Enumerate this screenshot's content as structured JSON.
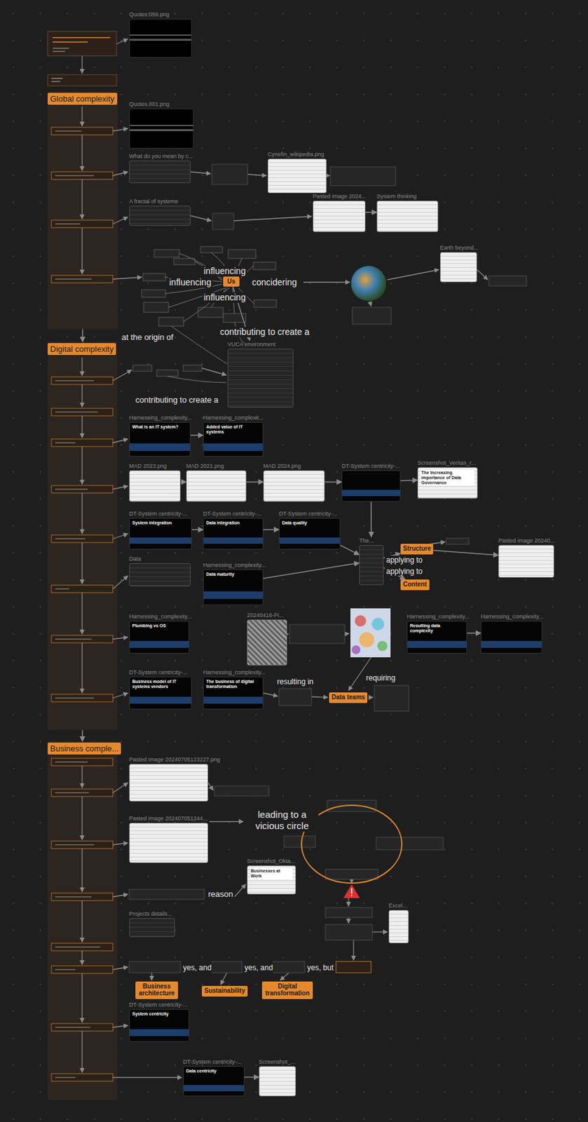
{
  "diagram": {
    "nodes": [
      {
        "text": [
          "Quotes.059.png"
        ]
      },
      {
        "text": [
          "Global complexity"
        ]
      },
      {
        "text": [
          "Quotes.001.png"
        ]
      },
      {
        "text": [
          "What do you mean by c..."
        ]
      },
      {
        "text": [
          "Cynefin_wikipedia.png"
        ]
      },
      {
        "text": [
          "A fractal of systems"
        ]
      },
      {
        "text": [
          "Pasted image 2024..."
        ]
      },
      {
        "text": [
          "System thinking"
        ]
      },
      {
        "text": [
          "Us"
        ]
      },
      {
        "text": [
          "Earth beyond..."
        ]
      },
      {
        "text": [
          "VUCA environment"
        ]
      },
      {
        "text": [
          "Digital complexity"
        ]
      },
      {
        "text": [
          "Harnessing_complexity...",
          "What is an IT system?"
        ]
      },
      {
        "text": [
          "Harnessing_complexit...",
          "Added value of IT systems"
        ]
      },
      {
        "text": [
          "MAD 2023.png"
        ]
      },
      {
        "text": [
          "MAD 2021.png"
        ]
      },
      {
        "text": [
          "MAD 2024.png"
        ]
      },
      {
        "text": [
          "DT-System centricity-..."
        ]
      },
      {
        "text": [
          "Screenshot_Veritas_r...",
          "The Increasing importance of Data Governance"
        ]
      },
      {
        "text": [
          "DT-System centricity-...",
          "System integration"
        ]
      },
      {
        "text": [
          "DT-System centricity-...",
          "Data integration"
        ]
      },
      {
        "text": [
          "DT-System centricity-...",
          "Data quality"
        ]
      },
      {
        "text": [
          "Data"
        ]
      },
      {
        "text": [
          "Harnessing_complexity...",
          "Data maturity"
        ]
      },
      {
        "text": [
          "The..."
        ]
      },
      {
        "text": [
          "Structure"
        ]
      },
      {
        "text": [
          "Content"
        ]
      },
      {
        "text": [
          "Pasted image 20240..."
        ]
      },
      {
        "text": [
          "Harnessing_complexity...",
          "Plumbing vs OS"
        ]
      },
      {
        "text": [
          "20240416-Pi..."
        ]
      },
      {
        "text": [
          "Harnessing_complexity...",
          "Resulting data complexity"
        ]
      },
      {
        "text": [
          "Harnessing_complexity..."
        ]
      },
      {
        "text": [
          "DT-System centricity-...",
          "Business model of IT systems vendors"
        ]
      },
      {
        "text": [
          "Harnessing_complexity...",
          "The business of digital transformation"
        ]
      },
      {
        "text": [
          "Data teams"
        ]
      },
      {
        "text": [
          "Business comple..."
        ]
      },
      {
        "text": [
          "Pasted image 20240705123227.png"
        ]
      },
      {
        "text": [
          "Pasted image 202407051244..."
        ]
      },
      {
        "text": [
          "Screenshot_Okta...",
          "Businesses at Work"
        ]
      },
      {
        "text": [
          "Projects details..."
        ]
      },
      {
        "text": [
          "Excel..."
        ]
      },
      {
        "text": [
          "Business architecture"
        ]
      },
      {
        "text": [
          "Sustainability"
        ]
      },
      {
        "text": [
          "Digital transformation"
        ]
      },
      {
        "text": [
          "DT-System centricity-...",
          "System centricity"
        ]
      },
      {
        "text": [
          "DT-System centricity-...",
          "Data centricity"
        ]
      },
      {
        "text": [
          "Screenshot_..."
        ]
      }
    ],
    "edges": [
      {
        "from": 6,
        "to": 7,
        "arrow": "to"
      },
      {
        "from": 8,
        "to": 10,
        "arrow": "to"
      },
      {
        "from": 1,
        "to": 11,
        "arrow": "to"
      },
      {
        "from": 11,
        "to": 35,
        "arrow": "to"
      },
      {
        "from": 12,
        "to": 13,
        "arrow": "to"
      },
      {
        "from": 14,
        "to": 15,
        "arrow": "to"
      },
      {
        "from": 15,
        "to": 16,
        "arrow": "to"
      },
      {
        "from": 16,
        "to": 17,
        "arrow": "to"
      },
      {
        "from": 17,
        "to": 18,
        "arrow": "to"
      },
      {
        "from": 17,
        "to": 24,
        "arrow": "to"
      },
      {
        "from": 19,
        "to": 20,
        "arrow": "to"
      },
      {
        "from": 20,
        "to": 21,
        "arrow": "to"
      },
      {
        "from": 21,
        "to": 24,
        "arrow": "to"
      },
      {
        "from": 23,
        "to": 24,
        "arrow": "to"
      },
      {
        "from": 24,
        "to": 25,
        "arrow": "to"
      },
      {
        "from": 24,
        "to": 26,
        "arrow": "to"
      },
      {
        "from": 25,
        "to": 27,
        "arrow": "to"
      },
      {
        "from": 30,
        "to": 31,
        "arrow": "to"
      },
      {
        "from": 45,
        "to": 46,
        "arrow": "to"
      }
    ],
    "labels": [
      "influencing",
      "influencing",
      "influencing",
      "concidering",
      "contributing to create a",
      "contributing to create a",
      "at the origin of",
      "applying to",
      "applying to",
      "resulting in",
      "requiring",
      "leading to a vicious circle",
      "reason",
      "yes, and",
      "yes, and",
      "yes, but"
    ]
  }
}
